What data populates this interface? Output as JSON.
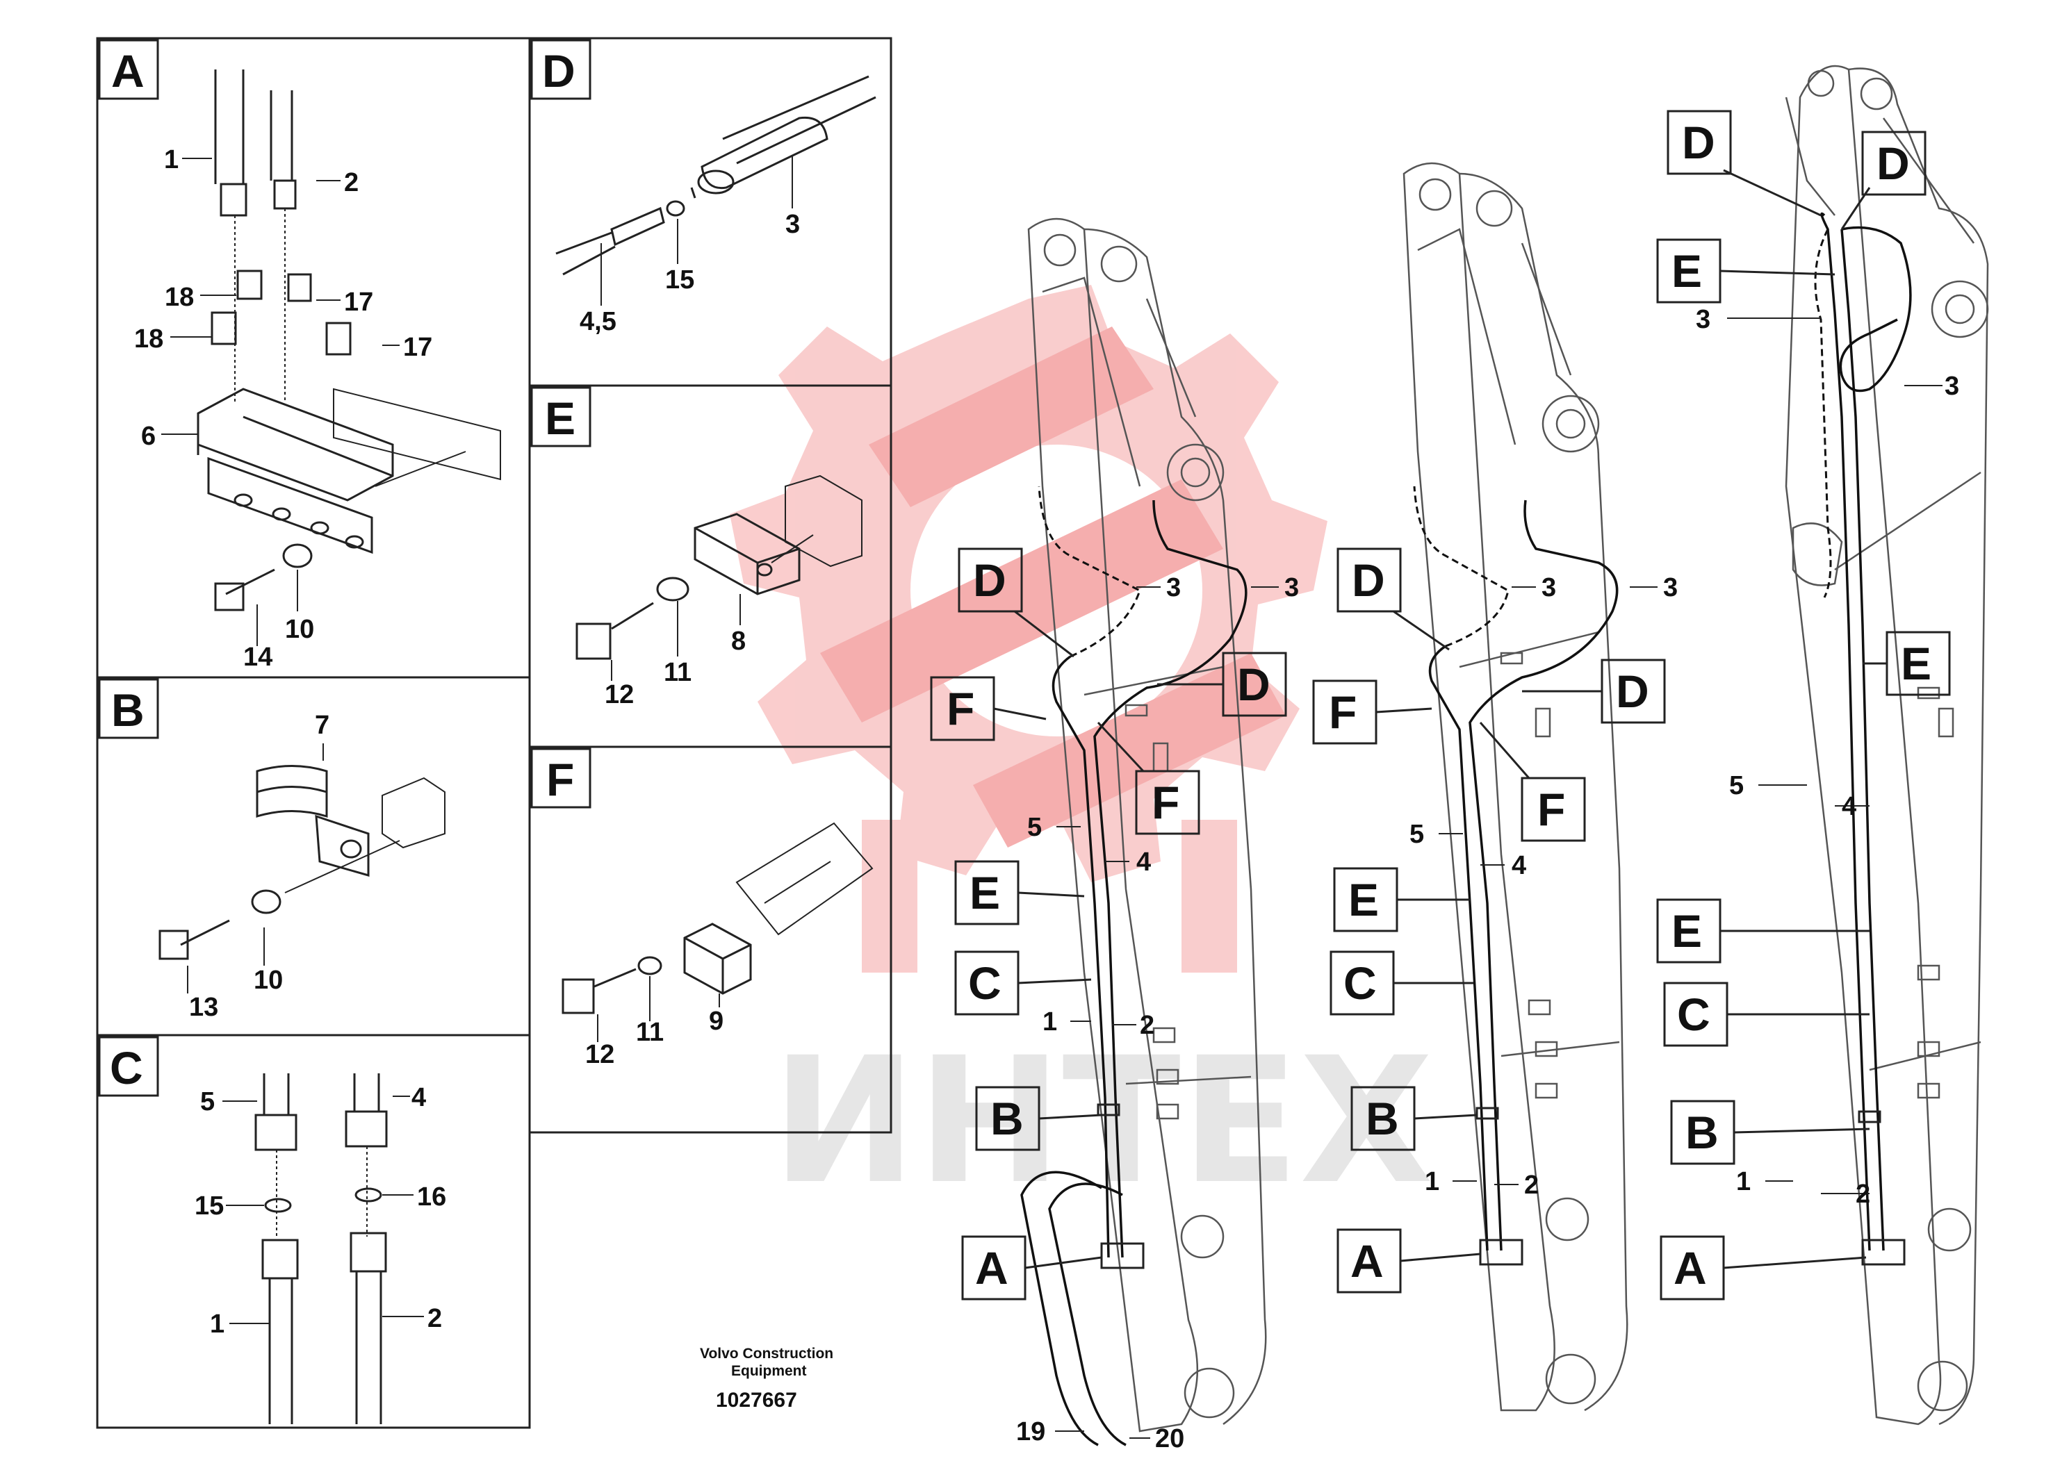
{
  "watermark": {
    "logo_color": "#f7b6b6",
    "text": "ИНТЕХ"
  },
  "footer": {
    "maker_line1": "Volvo Construction",
    "maker_line2": "Equipment",
    "doc_number": "1027667"
  },
  "panels": {
    "A": {
      "title": "A",
      "labels": [
        "1",
        "2",
        "18",
        "17",
        "18",
        "17",
        "6",
        "14",
        "10"
      ]
    },
    "B": {
      "title": "B",
      "labels": [
        "7",
        "10",
        "13"
      ]
    },
    "C": {
      "title": "C",
      "labels": [
        "5",
        "4",
        "15",
        "16",
        "1",
        "2"
      ]
    },
    "D": {
      "title": "D",
      "labels": [
        "3",
        "15",
        "4,5"
      ]
    },
    "E": {
      "title": "E",
      "labels": [
        "8",
        "12",
        "11"
      ]
    },
    "F": {
      "title": "F",
      "labels": [
        "9",
        "12",
        "11"
      ]
    }
  },
  "booms": [
    {
      "callouts": [
        "D",
        "F",
        "F",
        "E",
        "C",
        "B",
        "A",
        "D"
      ],
      "numbers": [
        "3",
        "3",
        "5",
        "4",
        "1",
        "2",
        "19",
        "20"
      ]
    },
    {
      "callouts": [
        "D",
        "F",
        "F",
        "E",
        "C",
        "B",
        "A",
        "D"
      ],
      "numbers": [
        "3",
        "3",
        "5",
        "4",
        "1",
        "2"
      ]
    },
    {
      "callouts": [
        "D",
        "D",
        "E",
        "E",
        "E",
        "C",
        "B",
        "A"
      ],
      "numbers": [
        "3",
        "3",
        "5",
        "4",
        "1",
        "2"
      ]
    }
  ]
}
